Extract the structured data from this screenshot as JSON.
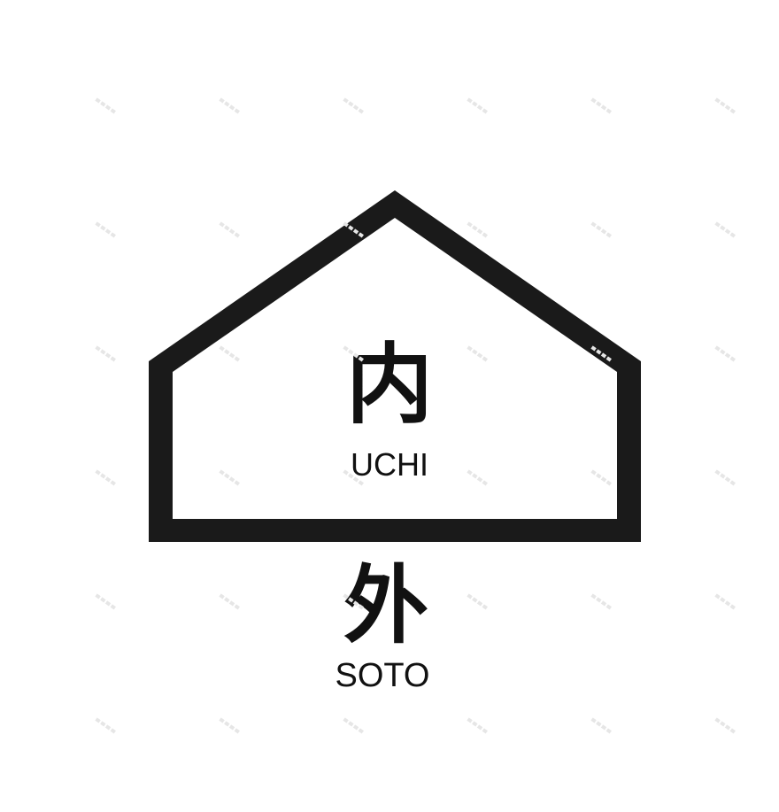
{
  "diagram": {
    "inside": {
      "kanji": "内",
      "label": "UCHI"
    },
    "outside": {
      "kanji": "外",
      "label": "SOTO"
    }
  },
  "colors": {
    "background": "#ffffff",
    "stroke": "#1a1a1a",
    "text": "#111111"
  },
  "icons": {
    "house": "house-outline-icon"
  }
}
